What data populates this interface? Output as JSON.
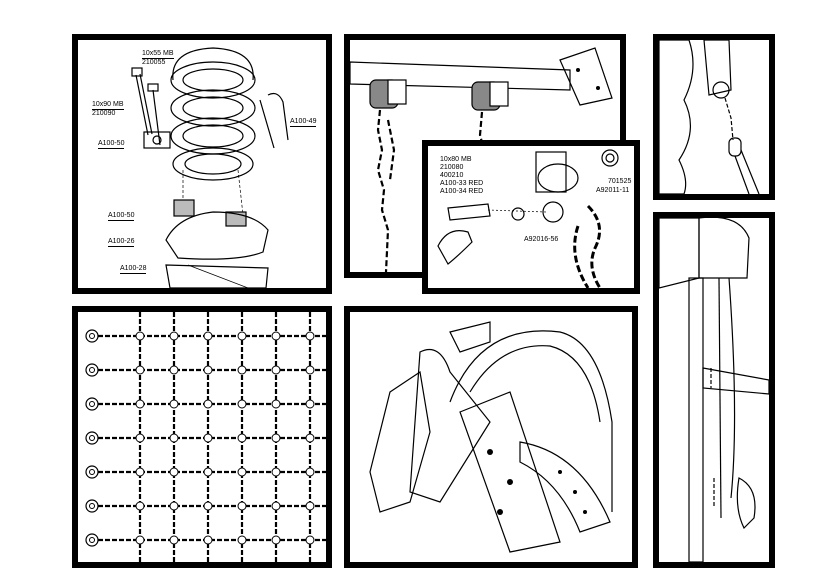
{
  "panel1": {
    "bolt_top_size": "10x55 MB",
    "bolt_top_code": "210055",
    "bolt_mid_size": "10x90 MB",
    "bolt_mid_code": "210090",
    "u_bolt": "A100-49",
    "clamp_top": "A100-50",
    "clamp_bottom": "A100-50",
    "seat_plate": "A100-26",
    "base_bracket": "A100-28"
  },
  "panel3": {
    "bolt_size": "10x80 MB",
    "bolt_code": "210080",
    "nut_code": "400210",
    "cap_red_1": "A100-33 RED",
    "cap_red_2": "A100-34 RED",
    "washer_code": "701525",
    "shackle_code": "A92011-11",
    "hook_code": "A92016-56"
  }
}
